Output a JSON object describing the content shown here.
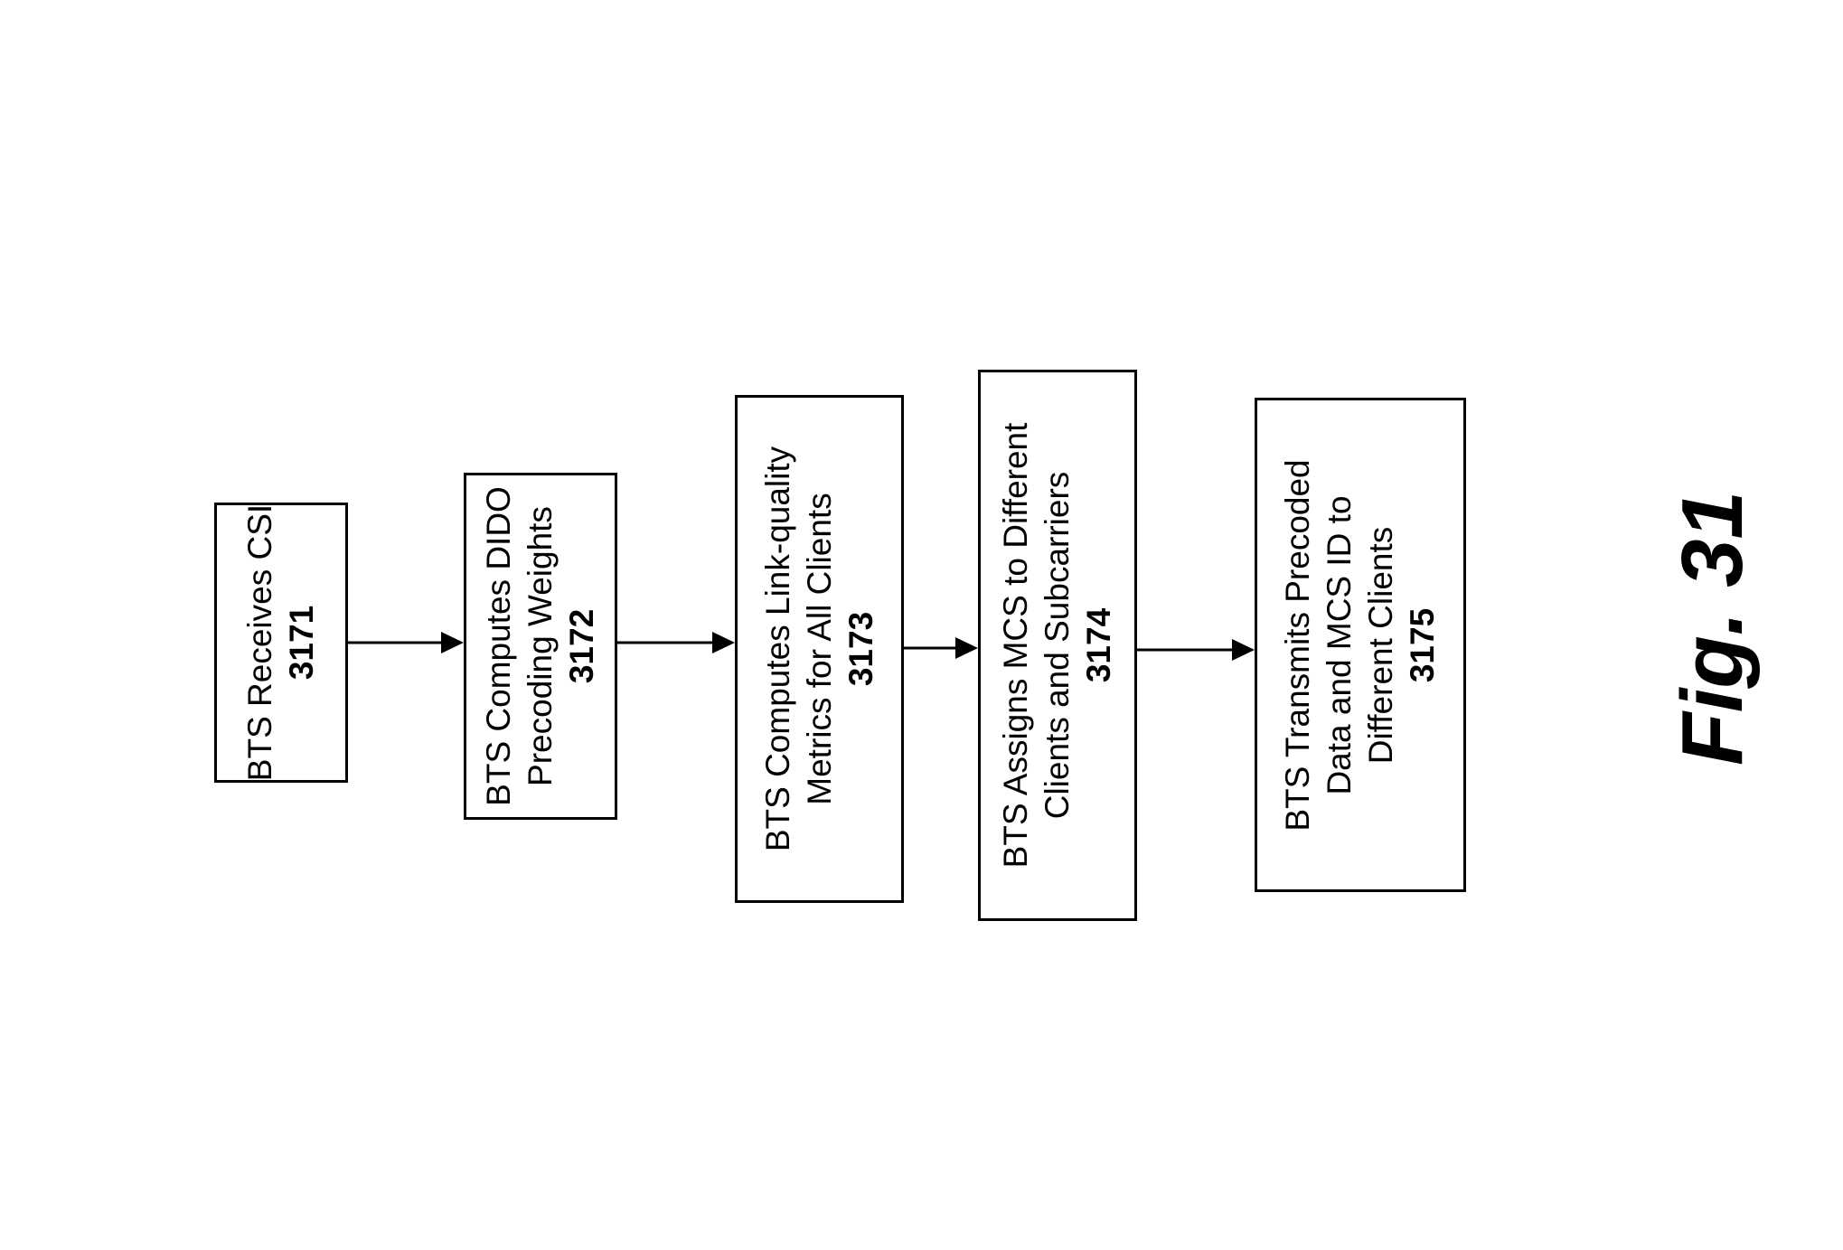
{
  "steps": [
    {
      "lines": [
        "BTS Receives CSI"
      ],
      "number": "3171"
    },
    {
      "lines": [
        "BTS Computes DIDO",
        "Precoding Weights"
      ],
      "number": "3172"
    },
    {
      "lines": [
        "BTS Computes Link-quality",
        "Metrics for All Clients"
      ],
      "number": "3173"
    },
    {
      "lines": [
        "BTS Assigns MCS to Different",
        "Clients and Subcarriers"
      ],
      "number": "3174"
    },
    {
      "lines": [
        "BTS Transmits Precoded",
        "Data and MCS ID to",
        "Different Clients"
      ],
      "number": "3175"
    }
  ],
  "figure_label": "Fig. 31"
}
